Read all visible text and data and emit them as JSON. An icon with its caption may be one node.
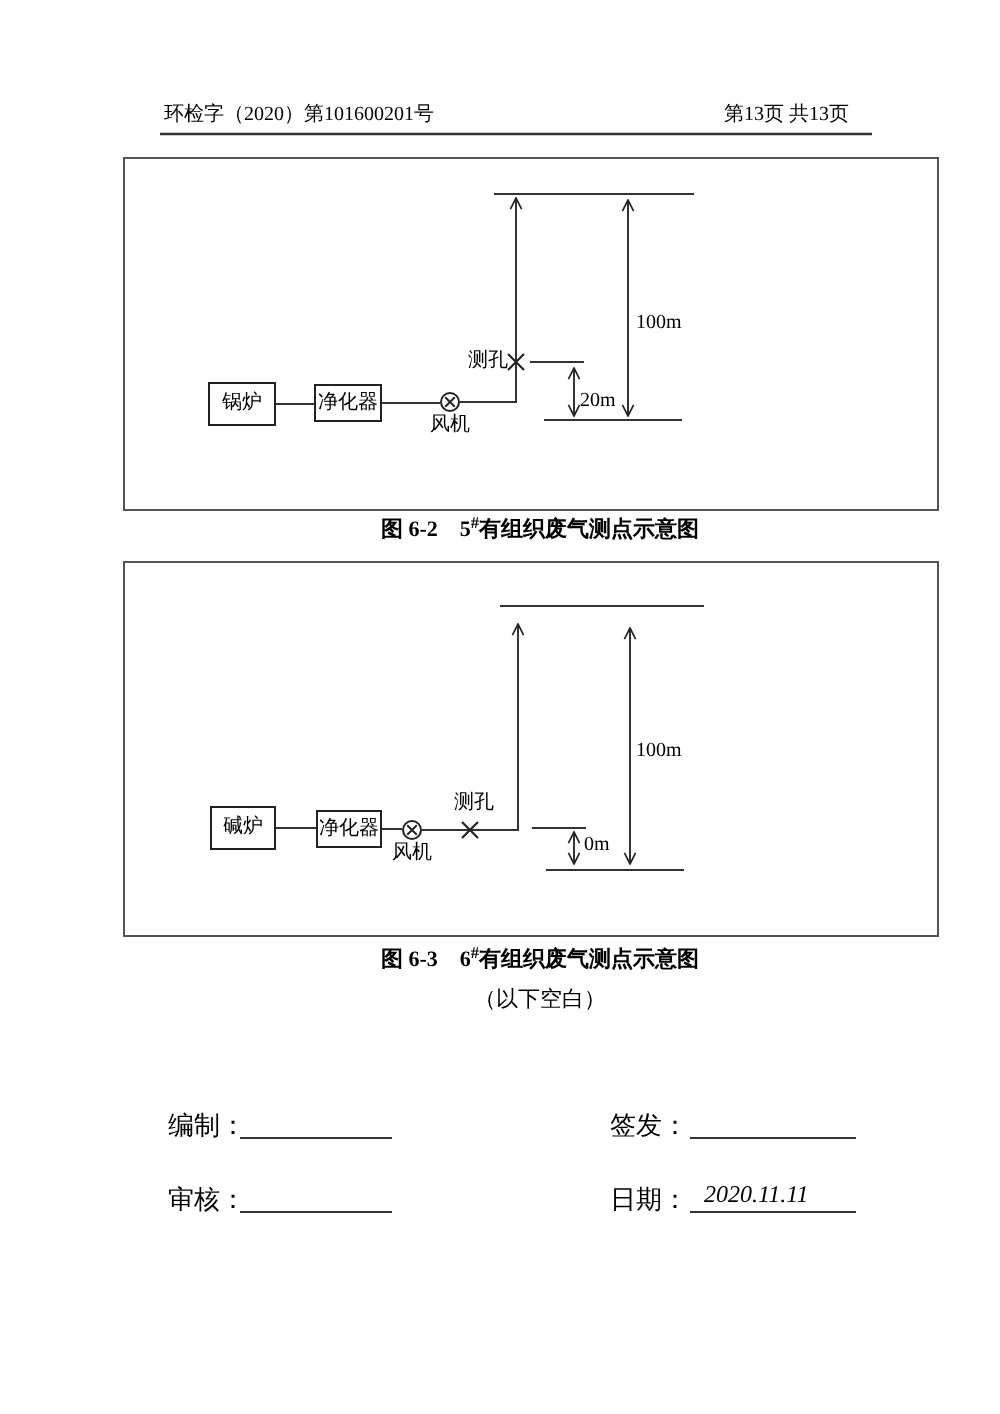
{
  "diagram": {
    "nodes": [
      {
        "text": [
          "锅炉"
        ]
      },
      {
        "text": [
          "净化器"
        ]
      },
      {
        "text": [],
        "shape": "circle",
        "beside": [
          "风机"
        ]
      },
      {
        "text": [
          "碱炉"
        ]
      },
      {
        "text": [
          "净化器"
        ]
      },
      {
        "text": [],
        "shape": "circle",
        "beside": [
          "风机"
        ]
      }
    ],
    "edges": [
      {
        "from": 0,
        "to": 1,
        "arrow": "none"
      },
      {
        "from": 1,
        "to": 2,
        "arrow": "none"
      },
      {
        "from": 2,
        "to": null,
        "arrow": "to"
      },
      {
        "from": 3,
        "to": 4,
        "arrow": "none"
      },
      {
        "from": 4,
        "to": 5,
        "arrow": "none"
      },
      {
        "from": 5,
        "to": null,
        "arrow": "to"
      }
    ],
    "labels": [
      "环检字（2020）第101600201号",
      "第13页 共13页",
      "测孔",
      "100m",
      "20m",
      "图 6-2　5$^{#}$有组织废气测点示意图",
      "测孔",
      "100m",
      "0m",
      "图 6-3　6$^{#}$有组织废气测点示意图",
      "（以下空白）",
      "编制：",
      "签发：",
      "审核：",
      "日期：",
      "2020.11.11"
    ]
  }
}
